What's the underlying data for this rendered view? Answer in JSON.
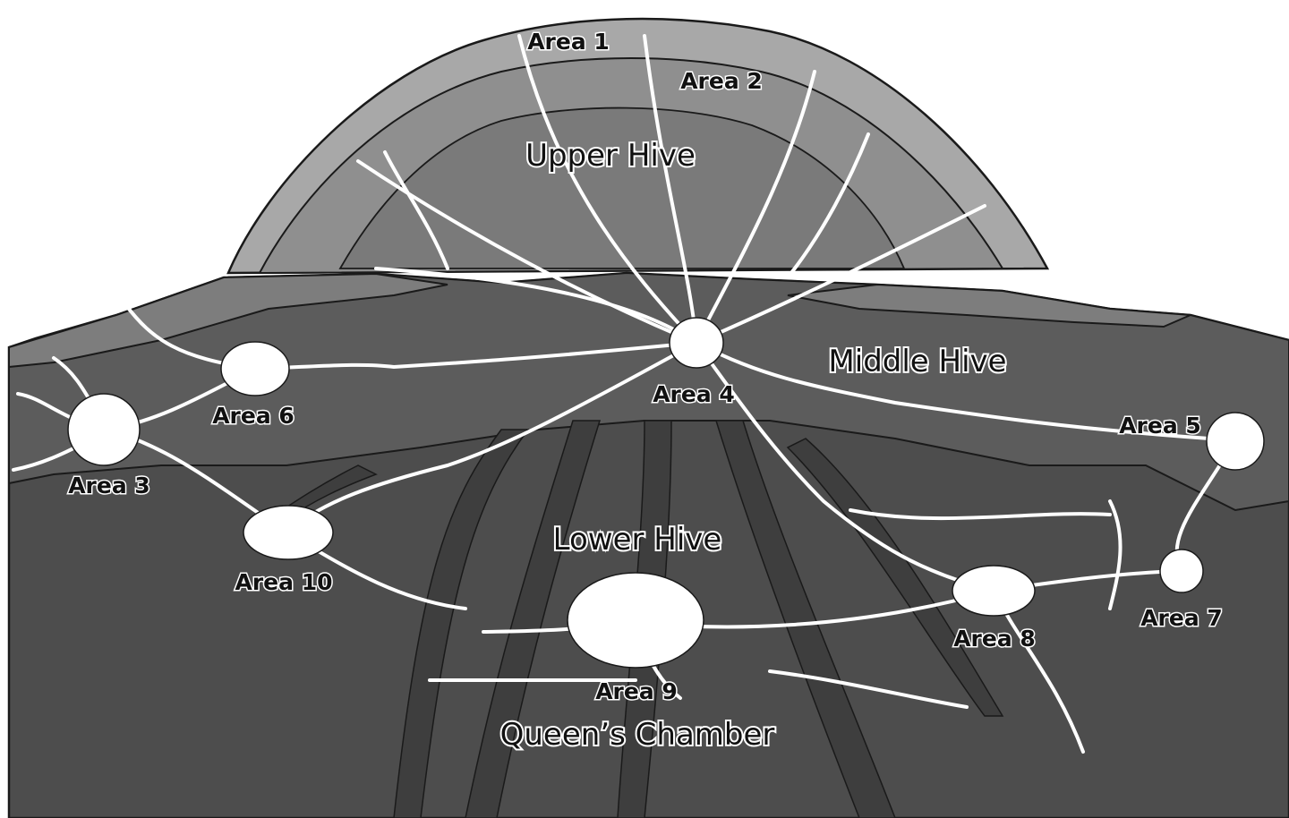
{
  "map": {
    "zones": [
      {
        "id": "upper",
        "label": "Upper Hive"
      },
      {
        "id": "middle",
        "label": "Middle Hive"
      },
      {
        "id": "lower",
        "label": "Lower Hive"
      },
      {
        "id": "queen",
        "label": "Queen’s Chamber"
      }
    ],
    "areas": [
      {
        "id": "area1",
        "label": "Area 1"
      },
      {
        "id": "area2",
        "label": "Area 2"
      },
      {
        "id": "area3",
        "label": "Area 3"
      },
      {
        "id": "area4",
        "label": "Area 4"
      },
      {
        "id": "area5",
        "label": "Area 5"
      },
      {
        "id": "area6",
        "label": "Area 6"
      },
      {
        "id": "area7",
        "label": "Area 7"
      },
      {
        "id": "area8",
        "label": "Area 8"
      },
      {
        "id": "area9",
        "label": "Area 9"
      },
      {
        "id": "area10",
        "label": "Area 10"
      }
    ],
    "colors": {
      "background": "#ffffff",
      "dome_outer": "#a8a8a8",
      "dome_mid": "#8f8f8f",
      "dome_inner": "#7a7a7a",
      "middle_layer": "#5c5c5c",
      "lower_ground": "#4d4d4d",
      "ridge": "#7d7d7d",
      "roots": "#3e3e3e",
      "tunnels": "#ffffff",
      "outline": "#1a1a1a"
    }
  }
}
